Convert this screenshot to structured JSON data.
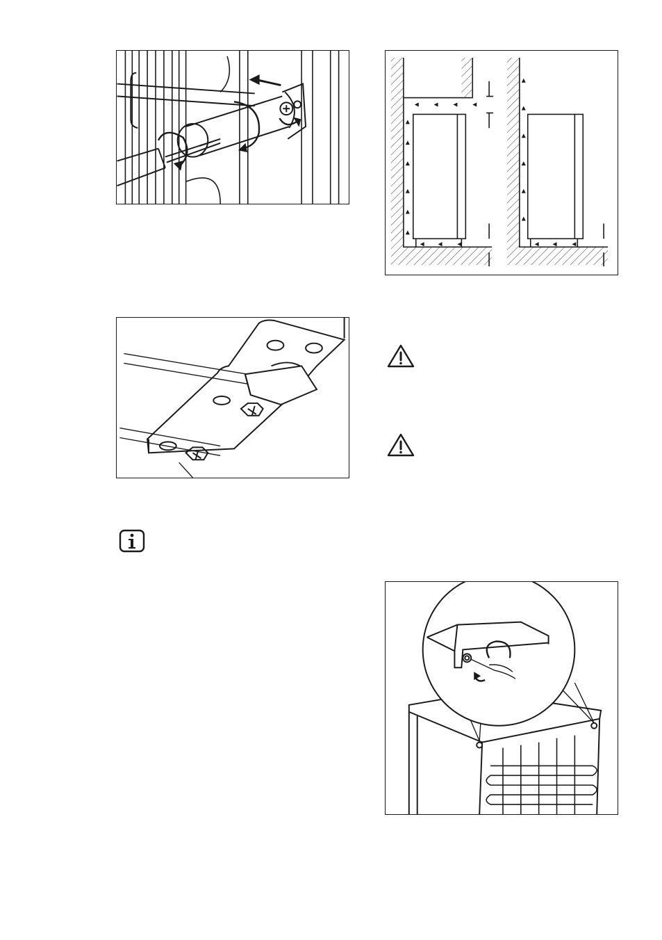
{
  "figures": [
    {
      "id": "fig-remove-door-pins",
      "icon": "screwdriver-illustration"
    },
    {
      "id": "fig-ventilation-clearance",
      "icon": "airflow-diagram"
    },
    {
      "id": "fig-hinge-bracket",
      "icon": "hinge-bracket-illustration"
    },
    {
      "id": "fig-rear-spacers",
      "icon": "rear-screw-illustration"
    }
  ],
  "symbols": {
    "warning_1": "warning-triangle-icon",
    "warning_2": "warning-triangle-icon",
    "info": "info-icon"
  },
  "colors": {
    "line": "#1a1a1a",
    "hatch": "#555555",
    "background": "#ffffff"
  }
}
